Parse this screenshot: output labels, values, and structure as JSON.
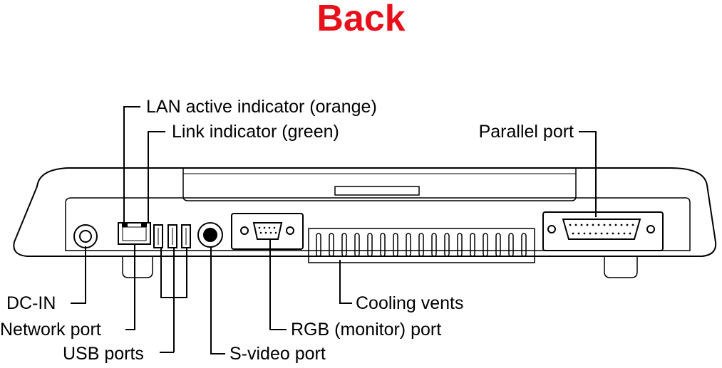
{
  "title": "Back",
  "labels": {
    "lan_active": "LAN active indicator (orange)",
    "link_indicator": "Link indicator (green)",
    "parallel_port": "Parallel port",
    "dc_in": "DC-IN",
    "network_port": "Network port",
    "usb_ports": "USB ports",
    "svideo_port": "S-video port",
    "rgb_port": "RGB (monitor) port",
    "cooling_vents": "Cooling vents"
  },
  "colors": {
    "title": "#e8101a",
    "line": "#000000"
  }
}
